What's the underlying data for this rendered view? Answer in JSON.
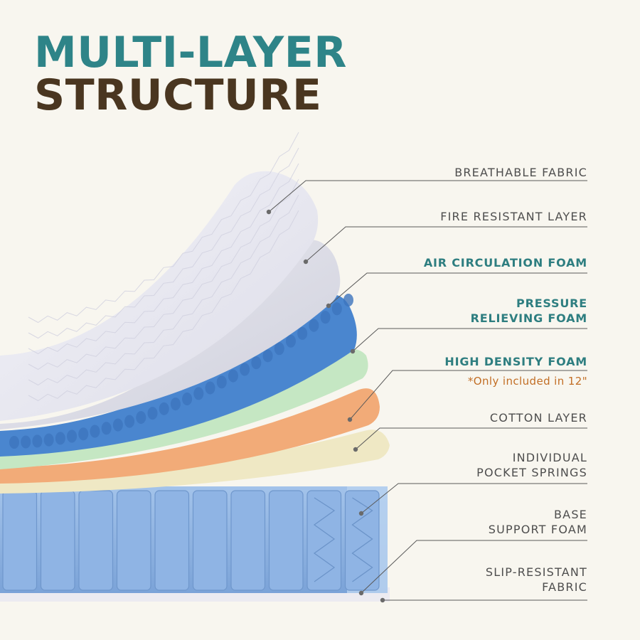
{
  "title": {
    "line1": "MULTI-LAYER",
    "line2": "STRUCTURE"
  },
  "colors": {
    "title_accent": "#2e8488",
    "title_dark": "#4a3620",
    "note": "#c26e25",
    "fabric": "#e8e8f1",
    "blue_foam": "#4a86cf",
    "green_foam": "#c5e7c3",
    "orange_foam": "#f2ab78",
    "cotton": "#efe8c4",
    "springs": "#8db3e3"
  },
  "layers": [
    {
      "id": "breathable-fabric",
      "lines": [
        "BREATHABLE FABRIC"
      ],
      "emphasis": false
    },
    {
      "id": "fire-resistant-layer",
      "lines": [
        "FIRE RESISTANT LAYER"
      ],
      "emphasis": false
    },
    {
      "id": "air-circulation-foam",
      "lines": [
        "AIR CIRCULATION FOAM"
      ],
      "emphasis": true
    },
    {
      "id": "pressure-relieving-foam",
      "lines": [
        "PRESSURE",
        "RELIEVING FOAM"
      ],
      "emphasis": true
    },
    {
      "id": "high-density-foam",
      "lines": [
        "HIGH DENSITY FOAM"
      ],
      "emphasis": true,
      "note": "*Only included in 12\""
    },
    {
      "id": "cotton-layer",
      "lines": [
        "COTTON LAYER"
      ],
      "emphasis": false
    },
    {
      "id": "individual-pocket-springs",
      "lines": [
        "INDIVIDUAL",
        "POCKET SPRINGS"
      ],
      "emphasis": false
    },
    {
      "id": "base-support-foam",
      "lines": [
        "BASE",
        "SUPPORT FOAM"
      ],
      "emphasis": false
    },
    {
      "id": "slip-resistant-fabric",
      "lines": [
        "SLIP-RESISTANT",
        "FABRIC"
      ],
      "emphasis": false
    }
  ]
}
